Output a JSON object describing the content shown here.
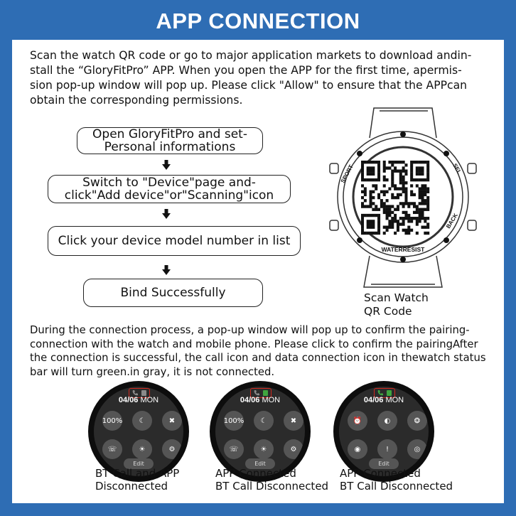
{
  "title": "APP CONNECTION",
  "intro_lines": [
    "Scan the watch QR code or go to major application markets to download andin-",
    "stall the “GloryFitPro” APP. When you open the APP for the first time, apermis-",
    "sion pop-up window will pop up. Please click \"Allow\" to ensure that the APPcan",
    "obtain the corresponding permissions."
  ],
  "steps": [
    {
      "lines": [
        "Open GloryFitPro and set-",
        "Personal informations"
      ]
    },
    {
      "lines": [
        "Switch to \"Device\"page and-",
        "click\"Add device\"or\"Scanning\"icon"
      ]
    },
    {
      "lines": [
        "Click your device model number in list"
      ]
    },
    {
      "lines": [
        "Bind Successfully"
      ]
    }
  ],
  "watch": {
    "bezel_left": "SPORT",
    "bezel_right": "SEL",
    "bezel_bottom_right": "BACK",
    "bezel_bottom": "WATERRESIST",
    "caption_lines": [
      "Scan Watch",
      "QR Code"
    ]
  },
  "connection_lines": [
    "During the connection process, a pop-up window will pop up to confirm the pairing-",
    "connection with the watch and mobile phone. Please click to confirm the pairingAfter",
    "the connection is successful, the call icon and data connection icon in thewatch status",
    "bar will turn green.in gray, it is not connected."
  ],
  "screens": [
    {
      "date": "04/06",
      "day": "MON",
      "edit": "Edit",
      "status_color": "#8a8a8a",
      "tiles": [
        "100%",
        "☾",
        "✖",
        "☏",
        "☀",
        "⚙"
      ],
      "caption_lines": [
        "BT Call and APP",
        "Disconnected"
      ]
    },
    {
      "date": "04/06",
      "day": "MON",
      "edit": "Edit",
      "status_color": "#8a8a8a",
      "data_color": "#3fa53f",
      "tiles": [
        "100%",
        "☾",
        "✖",
        "☏",
        "☀",
        "⚙"
      ],
      "caption_lines": [
        "APP Connected",
        "BT Call Disconnected"
      ]
    },
    {
      "date": "04/06",
      "day": "MON",
      "edit": "Edit",
      "status_color": "#3fa53f",
      "data_color": "#3fa53f",
      "tiles": [
        "⏰",
        "◐",
        "❂",
        "◉",
        "!",
        "◎"
      ],
      "caption_lines": [
        "APP Connected",
        "BT Call Disconnected"
      ]
    }
  ],
  "colors": {
    "background": "#2e6db4",
    "panel": "#ffffff",
    "status_highlight": "#d0281e"
  }
}
